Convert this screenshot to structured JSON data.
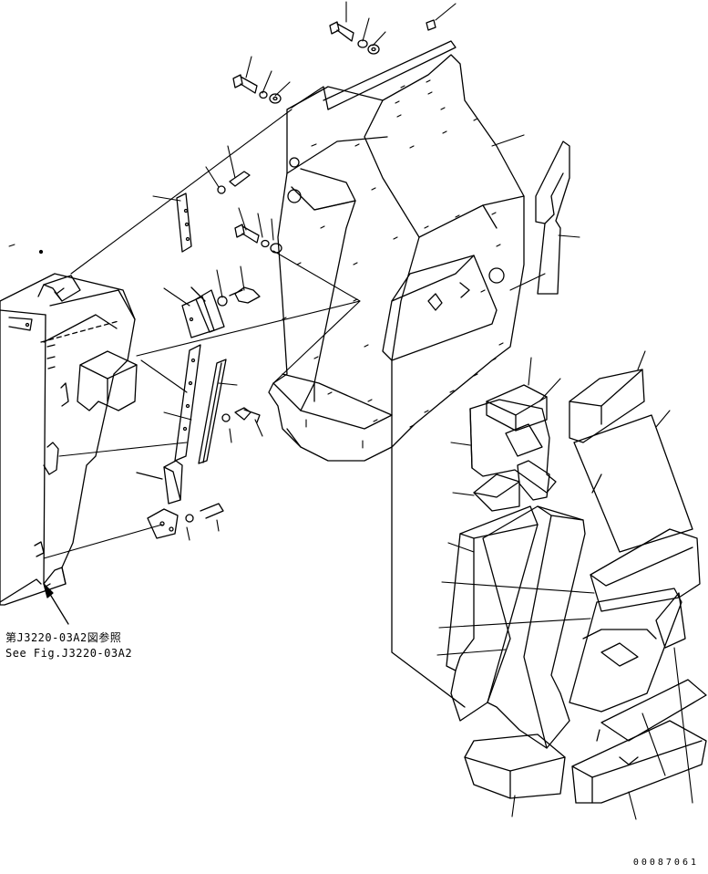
{
  "reference_note": {
    "japanese": "第J3220-03A2図参照",
    "english": "See Fig.J3220-03A2"
  },
  "drawing_number": "00087061",
  "colors": {
    "line": "#000000",
    "background": "#ffffff"
  }
}
